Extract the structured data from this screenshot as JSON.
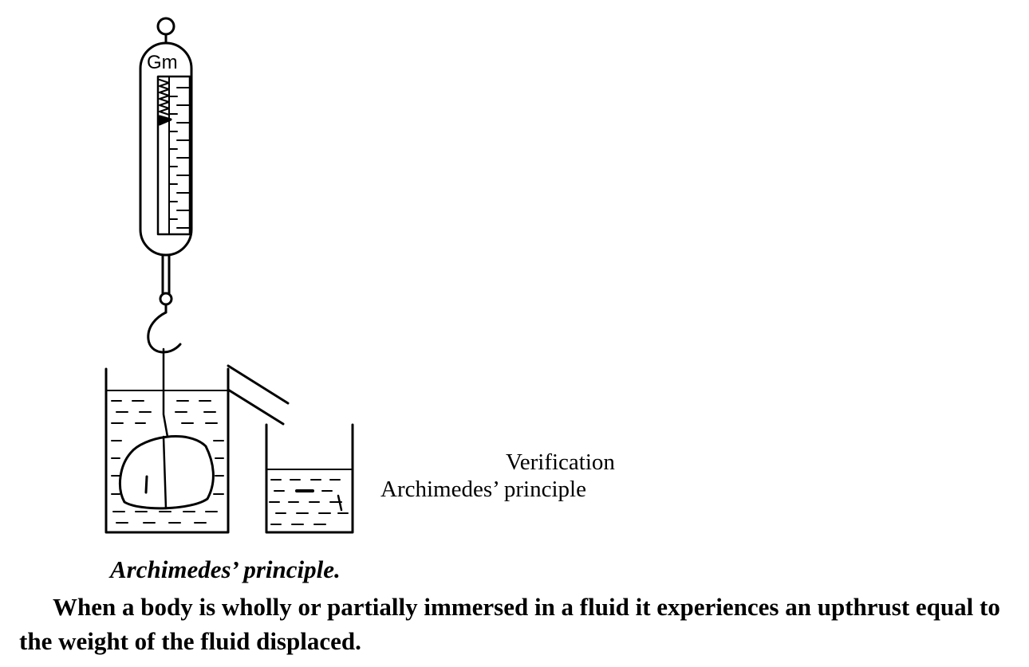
{
  "diagram": {
    "scale_unit": "Gm",
    "label_line1": "Verification",
    "label_line2": "Archimedes’ principle"
  },
  "caption": {
    "title": "Archimedes’ principle.",
    "text": "When a body is wholly or partially immersed in a fluid it experiences an upthrust equal to the weight of the fluid displaced."
  },
  "colors": {
    "ink": "#000000",
    "paper": "#ffffff"
  }
}
